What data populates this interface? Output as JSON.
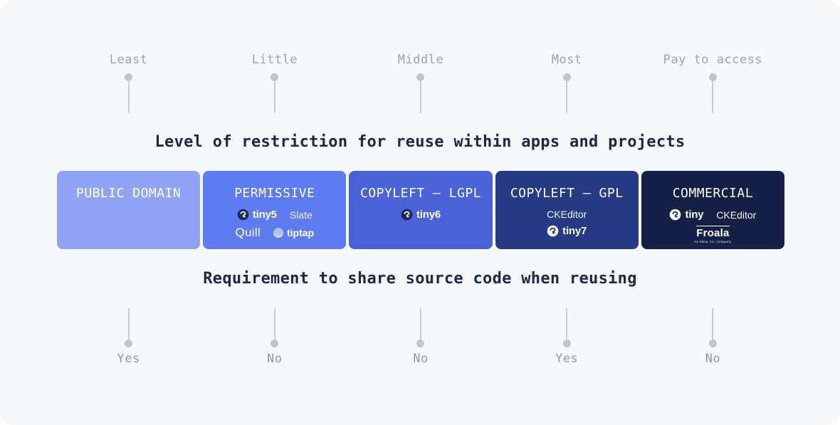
{
  "panel": {
    "page_background": "#ffffff",
    "background": "#f7f8fa"
  },
  "restriction_axis": {
    "title": "Level of restriction for reuse within apps and projects",
    "title_color": "#1e2747",
    "marker_color": "#9aa3b8",
    "pin_color": "#c7cbd7",
    "markers": [
      "Least",
      "Little",
      "Middle",
      "Most",
      "Pay to access"
    ]
  },
  "share_axis": {
    "title": "Requirement to share source code when reusing",
    "title_color": "#1e2747",
    "marker_color": "#8f99b4",
    "pin_color": "#c7cbd7",
    "markers": [
      "Yes",
      "No",
      "No",
      "Yes",
      "No"
    ]
  },
  "cards": [
    {
      "title": "PUBLIC DOMAIN",
      "background": "#93a3f3",
      "dark": false,
      "logo_rows": []
    },
    {
      "title": "PERMISSIVE",
      "background": "#5e7bf0",
      "dark": false,
      "logo_rows": [
        [
          {
            "type": "tiny",
            "label": "tiny5"
          },
          {
            "type": "slate",
            "label": "Slate"
          }
        ],
        [
          {
            "type": "quill",
            "label": "Quill"
          },
          {
            "type": "tiptap",
            "label": "tiptap"
          }
        ]
      ]
    },
    {
      "title": "COPYLEFT — LGPL",
      "background": "#4a62d6",
      "dark": false,
      "logo_rows": [
        [
          {
            "type": "tiny",
            "label": "tiny6"
          }
        ]
      ]
    },
    {
      "title": "COPYLEFT — GPL",
      "background": "#293a84",
      "dark": true,
      "logo_rows": [
        [
          {
            "type": "text",
            "label": "CKEditor"
          }
        ],
        [
          {
            "type": "tiny",
            "label": "tiny7"
          }
        ]
      ]
    },
    {
      "title": "COMMERCIAL",
      "background": "#161f45",
      "dark": true,
      "logo_rows": [
        [
          {
            "type": "tiny",
            "label": "tiny"
          },
          {
            "type": "text",
            "label": "CKEditor"
          }
        ],
        [
          {
            "type": "froala",
            "label": "Froala",
            "sub": "An Idera, Inc. Company"
          }
        ]
      ]
    }
  ]
}
